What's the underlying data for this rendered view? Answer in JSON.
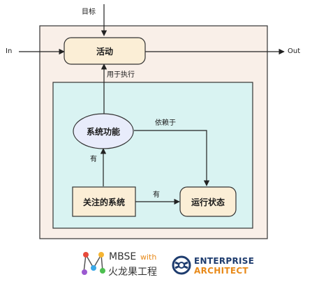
{
  "diagram": {
    "input_labels": {
      "goal": "目标",
      "in": "In",
      "out": "Out"
    },
    "nodes": {
      "activity": "活动",
      "system_function": "系统功能",
      "system_of_interest": "关注的系统",
      "operating_state": "运行状态"
    },
    "edge_labels": {
      "used_to_execute": "用于执行",
      "depends_on": "依赖于",
      "has_left": "有",
      "has_bottom": "有"
    },
    "colors": {
      "outer_fill": "#f9efe8",
      "inner_fill": "#d9f3f2",
      "activity_fill": "#fbeed6",
      "function_fill": "#e8ecfb",
      "system_fill": "#fbeed6",
      "state_fill": "#fbeed6",
      "stroke": "#333333"
    }
  },
  "footer": {
    "mbse_logo": {
      "brand": "MBSE",
      "with": "with",
      "cn": "火龙果工程"
    },
    "ea_logo": {
      "line1": "ENTERPRISE",
      "line2": "ARCHITECT"
    }
  }
}
